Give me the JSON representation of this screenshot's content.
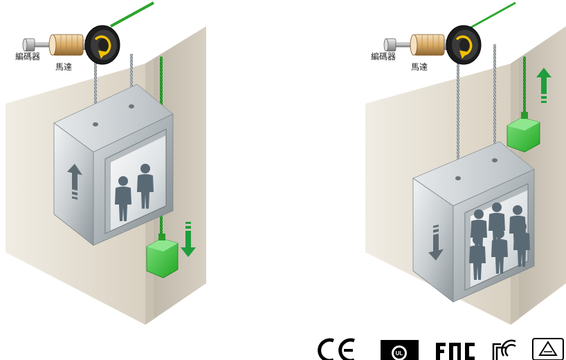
{
  "panels": [
    {
      "id": "panel-up",
      "encoder_label": "編碼器",
      "motor_label": "馬達",
      "car_direction": "up",
      "counterweight_direction": "down",
      "passengers": 2
    },
    {
      "id": "panel-down",
      "encoder_label": "編碼器",
      "motor_label": "馬達",
      "car_direction": "down",
      "counterweight_direction": "up",
      "passengers": 6
    }
  ],
  "certifications": [
    "CE",
    "UL",
    "EAC",
    "RCM",
    "TÜV Rheinland"
  ],
  "colors": {
    "wall": "#ddd6c8",
    "counterweight": "#3dc23d",
    "arrow_green": "#1e9e3c",
    "arrow_grey": "#5f6b73",
    "person": "#5a6a75",
    "rope_green": "#2aa82a",
    "rotation_arrow": "#f2c200"
  }
}
